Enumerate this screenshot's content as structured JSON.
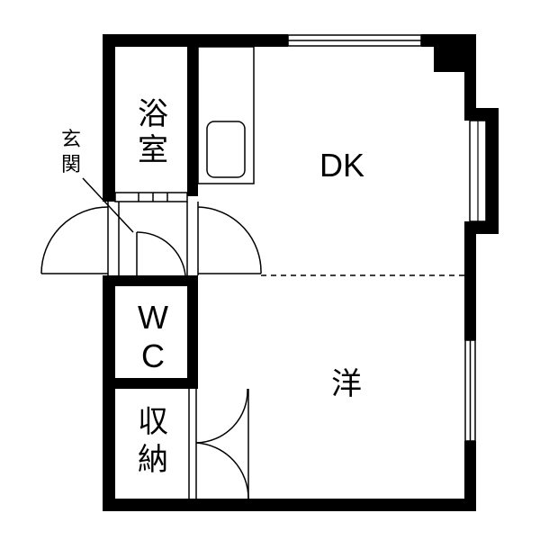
{
  "floor_plan": {
    "rooms": {
      "bath": {
        "char1": "浴",
        "char2": "室"
      },
      "dk": {
        "label": "DK"
      },
      "western": {
        "label": "洋"
      },
      "wc": {
        "char1": "W",
        "char2": "C"
      },
      "storage": {
        "char1": "収",
        "char2": "納"
      },
      "entrance": {
        "char1": "玄",
        "char2": "関"
      }
    },
    "colors": {
      "wall": "#000000",
      "background": "#ffffff",
      "line": "#000000"
    }
  }
}
